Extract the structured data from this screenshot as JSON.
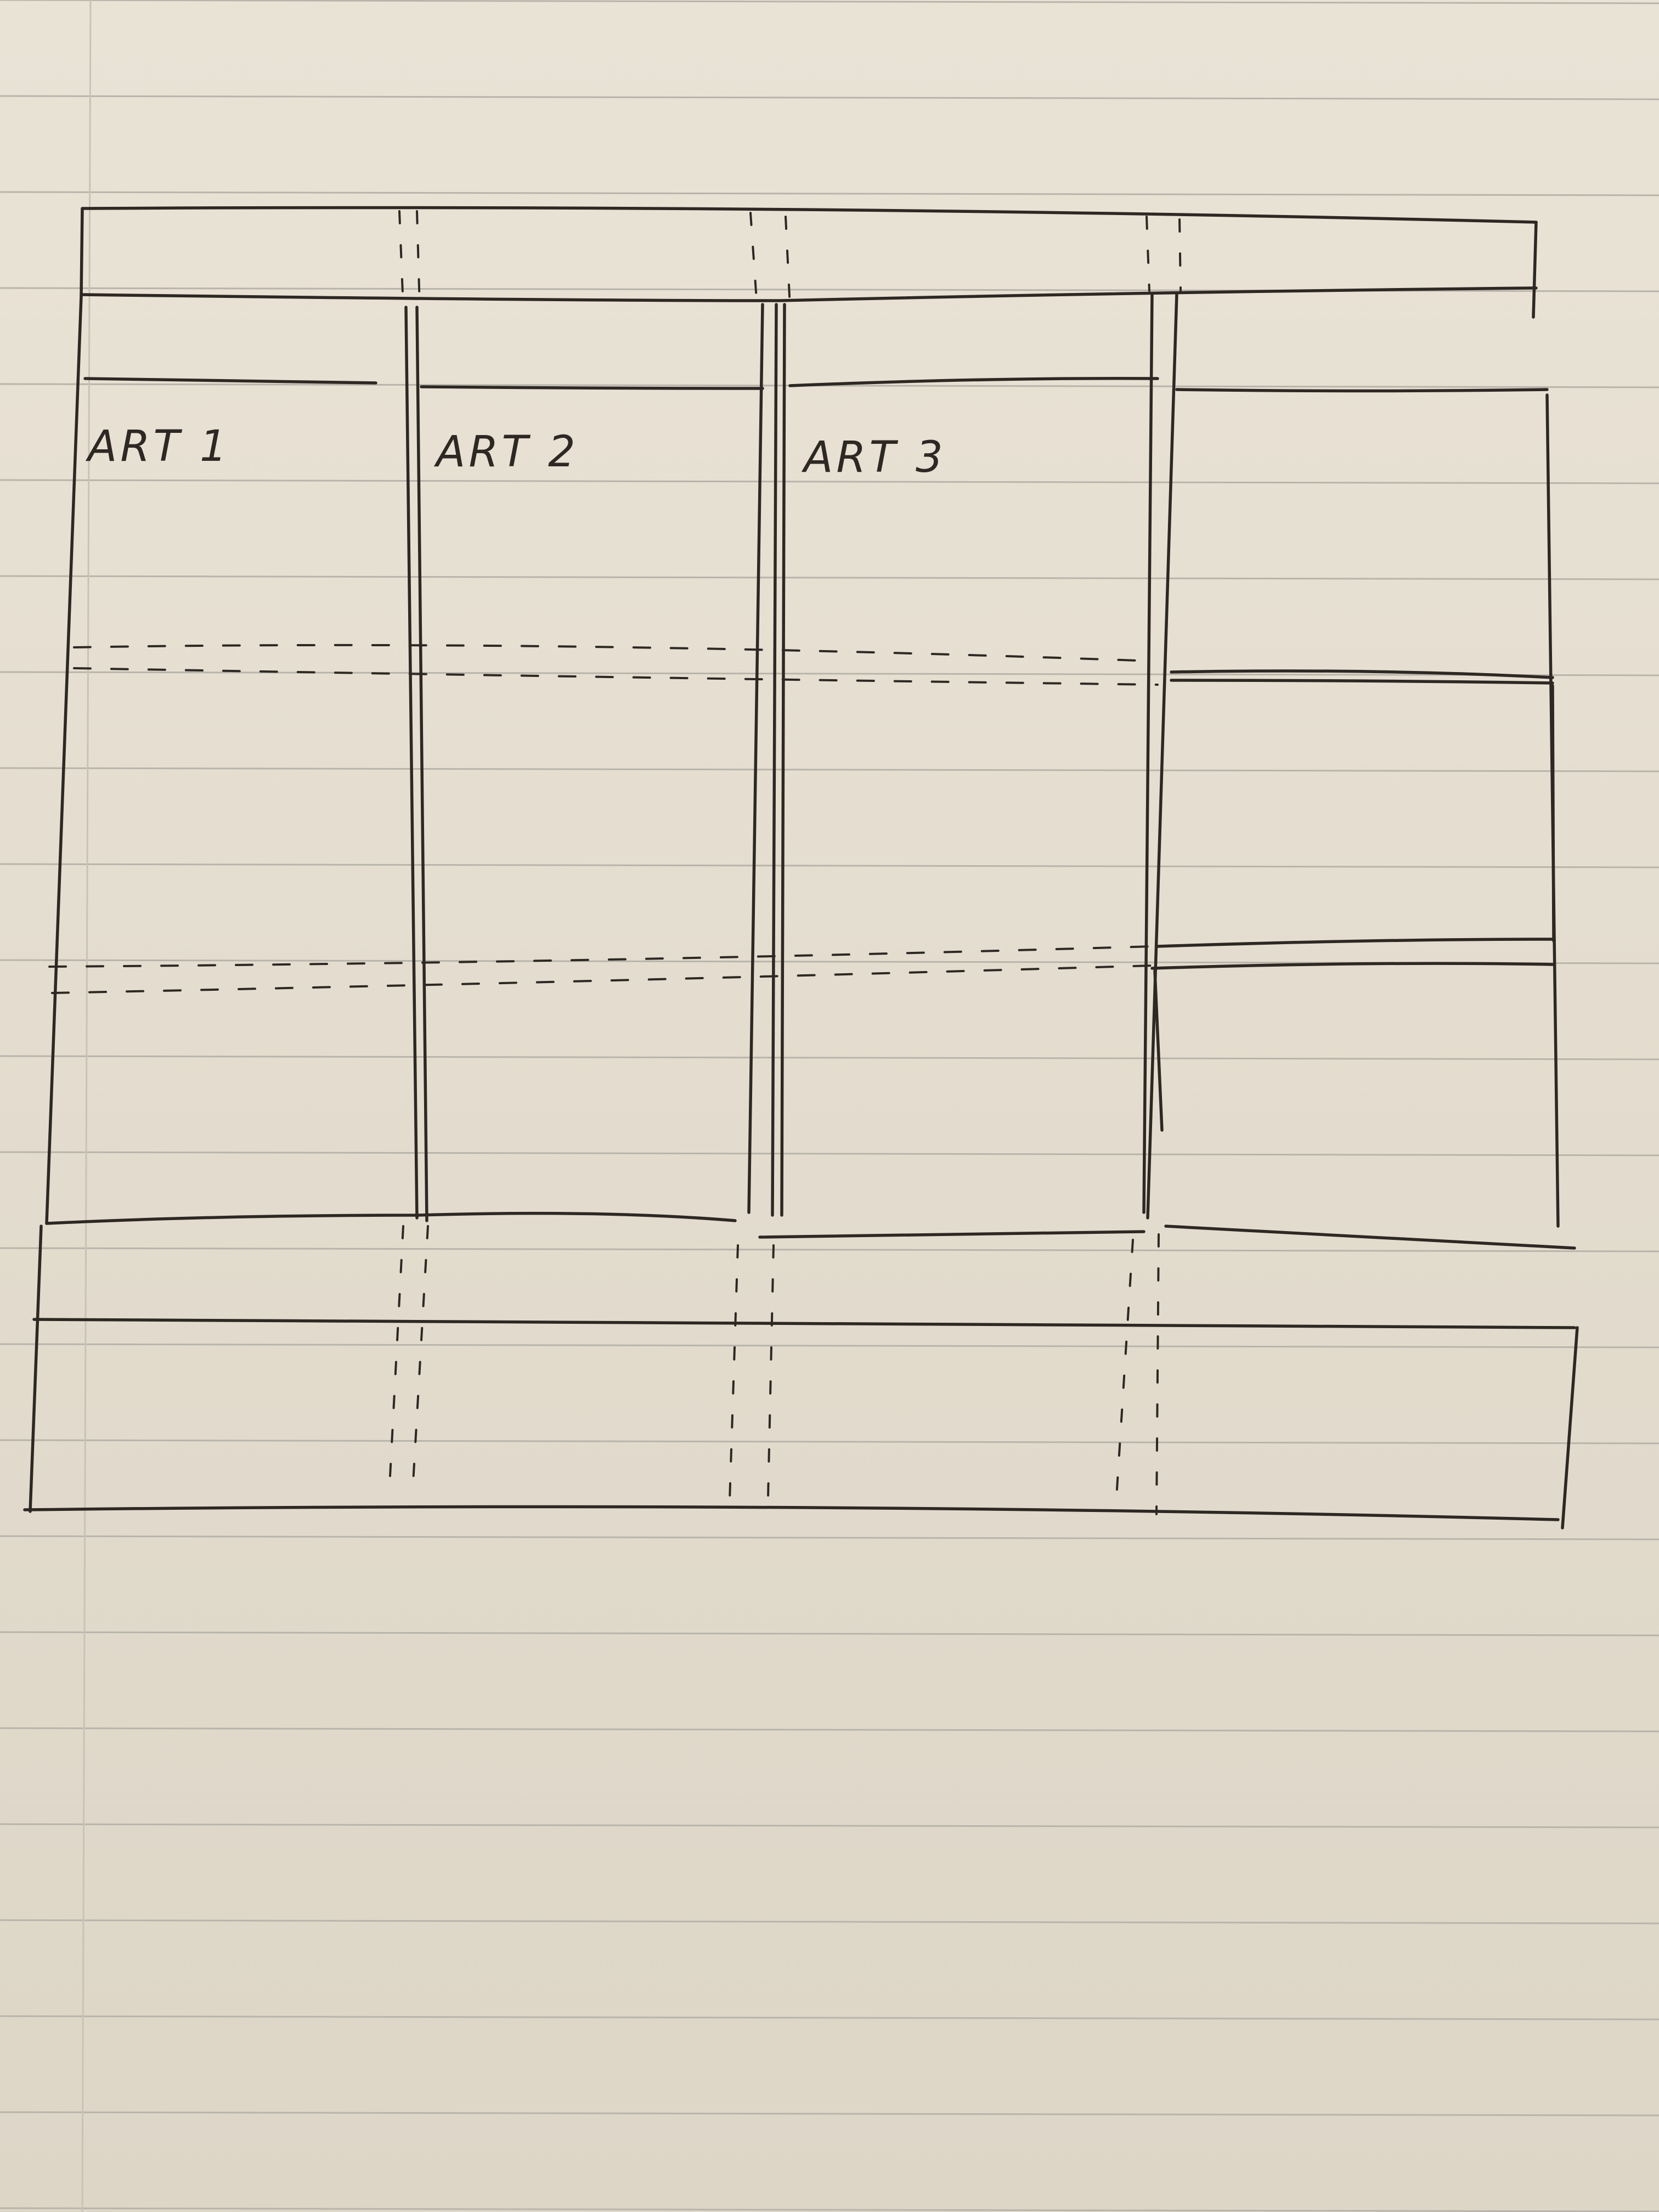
{
  "sketch": {
    "columns": [
      {
        "label": "ART 1"
      },
      {
        "label": "ART 2"
      },
      {
        "label": "ART 3"
      }
    ]
  }
}
